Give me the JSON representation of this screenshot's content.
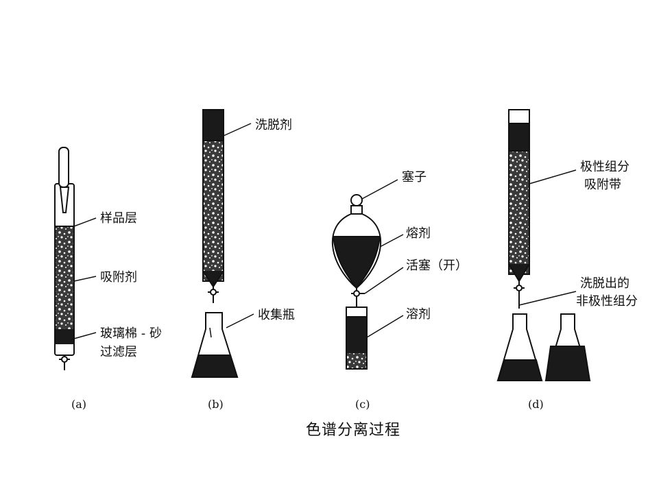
{
  "labels": {
    "a": {
      "sample_layer": "样品层",
      "adsorbent": "吸附剂",
      "glass_wool_1": "玻璃棉 - 砂",
      "glass_wool_2": "过滤层"
    },
    "b": {
      "eluent": "洗脱剂",
      "collection_flask": "收集瓶"
    },
    "c": {
      "stopper": "塞子",
      "solvent_funnel": "熔剂",
      "stopcock": "活塞（开）",
      "solvent_column": "溶剂"
    },
    "d": {
      "polar_band_1": "极性组分",
      "polar_band_2": "吸附带",
      "nonpolar_1": "洗脱出的",
      "nonpolar_2": "非极性组分"
    }
  },
  "captions": {
    "a": "(a)",
    "b": "(b)",
    "c": "(c)",
    "d": "(d)"
  },
  "title": "色谱分离过程",
  "colors": {
    "ink": "#111111",
    "dark_fill": "#1a1a1a",
    "paper": "#ffffff"
  }
}
